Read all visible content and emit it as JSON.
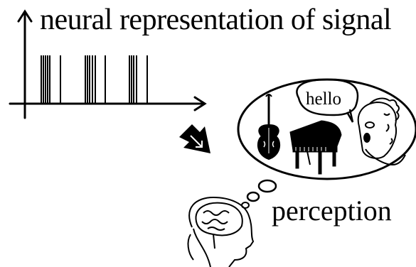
{
  "diagram": {
    "title": "neural representation of signal",
    "speech_text": "hello",
    "caption": "perception"
  },
  "spike_train": {
    "bursts": [
      {
        "spikes": [
          58,
          61,
          64,
          67,
          70,
          85
        ]
      },
      {
        "spikes": [
          120,
          123,
          126,
          130,
          134,
          148
        ]
      },
      {
        "spikes": [
          182,
          185,
          188,
          192,
          207
        ]
      }
    ]
  },
  "icons": [
    "up-arrow-icon",
    "right-arrow-icon",
    "down-right-arrow-icon",
    "violin-icon",
    "grand-piano-icon",
    "speaking-person-icon",
    "brain-head-icon"
  ],
  "colors": {
    "ink": "#000000",
    "paper": "#ffffff"
  }
}
